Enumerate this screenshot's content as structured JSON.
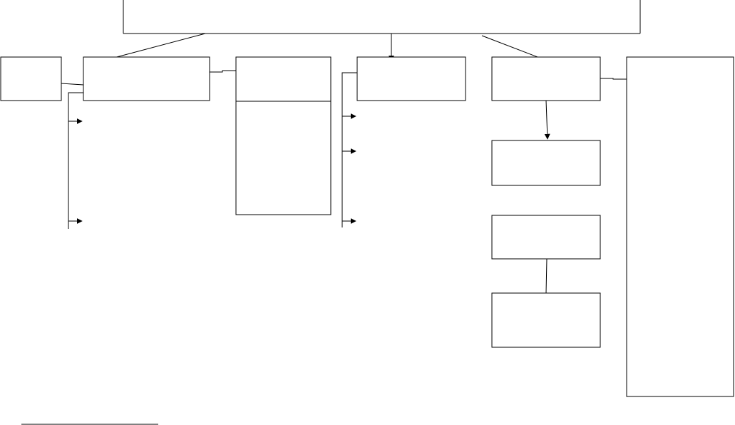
{
  "diagram": {
    "line_color": "#000000",
    "background": "#ffffff",
    "boxes": [
      {
        "id": "box-small-left",
        "label": ""
      },
      {
        "id": "box-second",
        "label": ""
      },
      {
        "id": "box-third-header",
        "label": ""
      },
      {
        "id": "box-third-body",
        "label": ""
      },
      {
        "id": "box-fourth",
        "label": ""
      },
      {
        "id": "box-fifth",
        "label": ""
      },
      {
        "id": "box-fifth-child-1",
        "label": ""
      },
      {
        "id": "box-fifth-child-2",
        "label": ""
      },
      {
        "id": "box-fifth-child-3",
        "label": ""
      },
      {
        "id": "box-tall-right",
        "label": ""
      }
    ]
  }
}
